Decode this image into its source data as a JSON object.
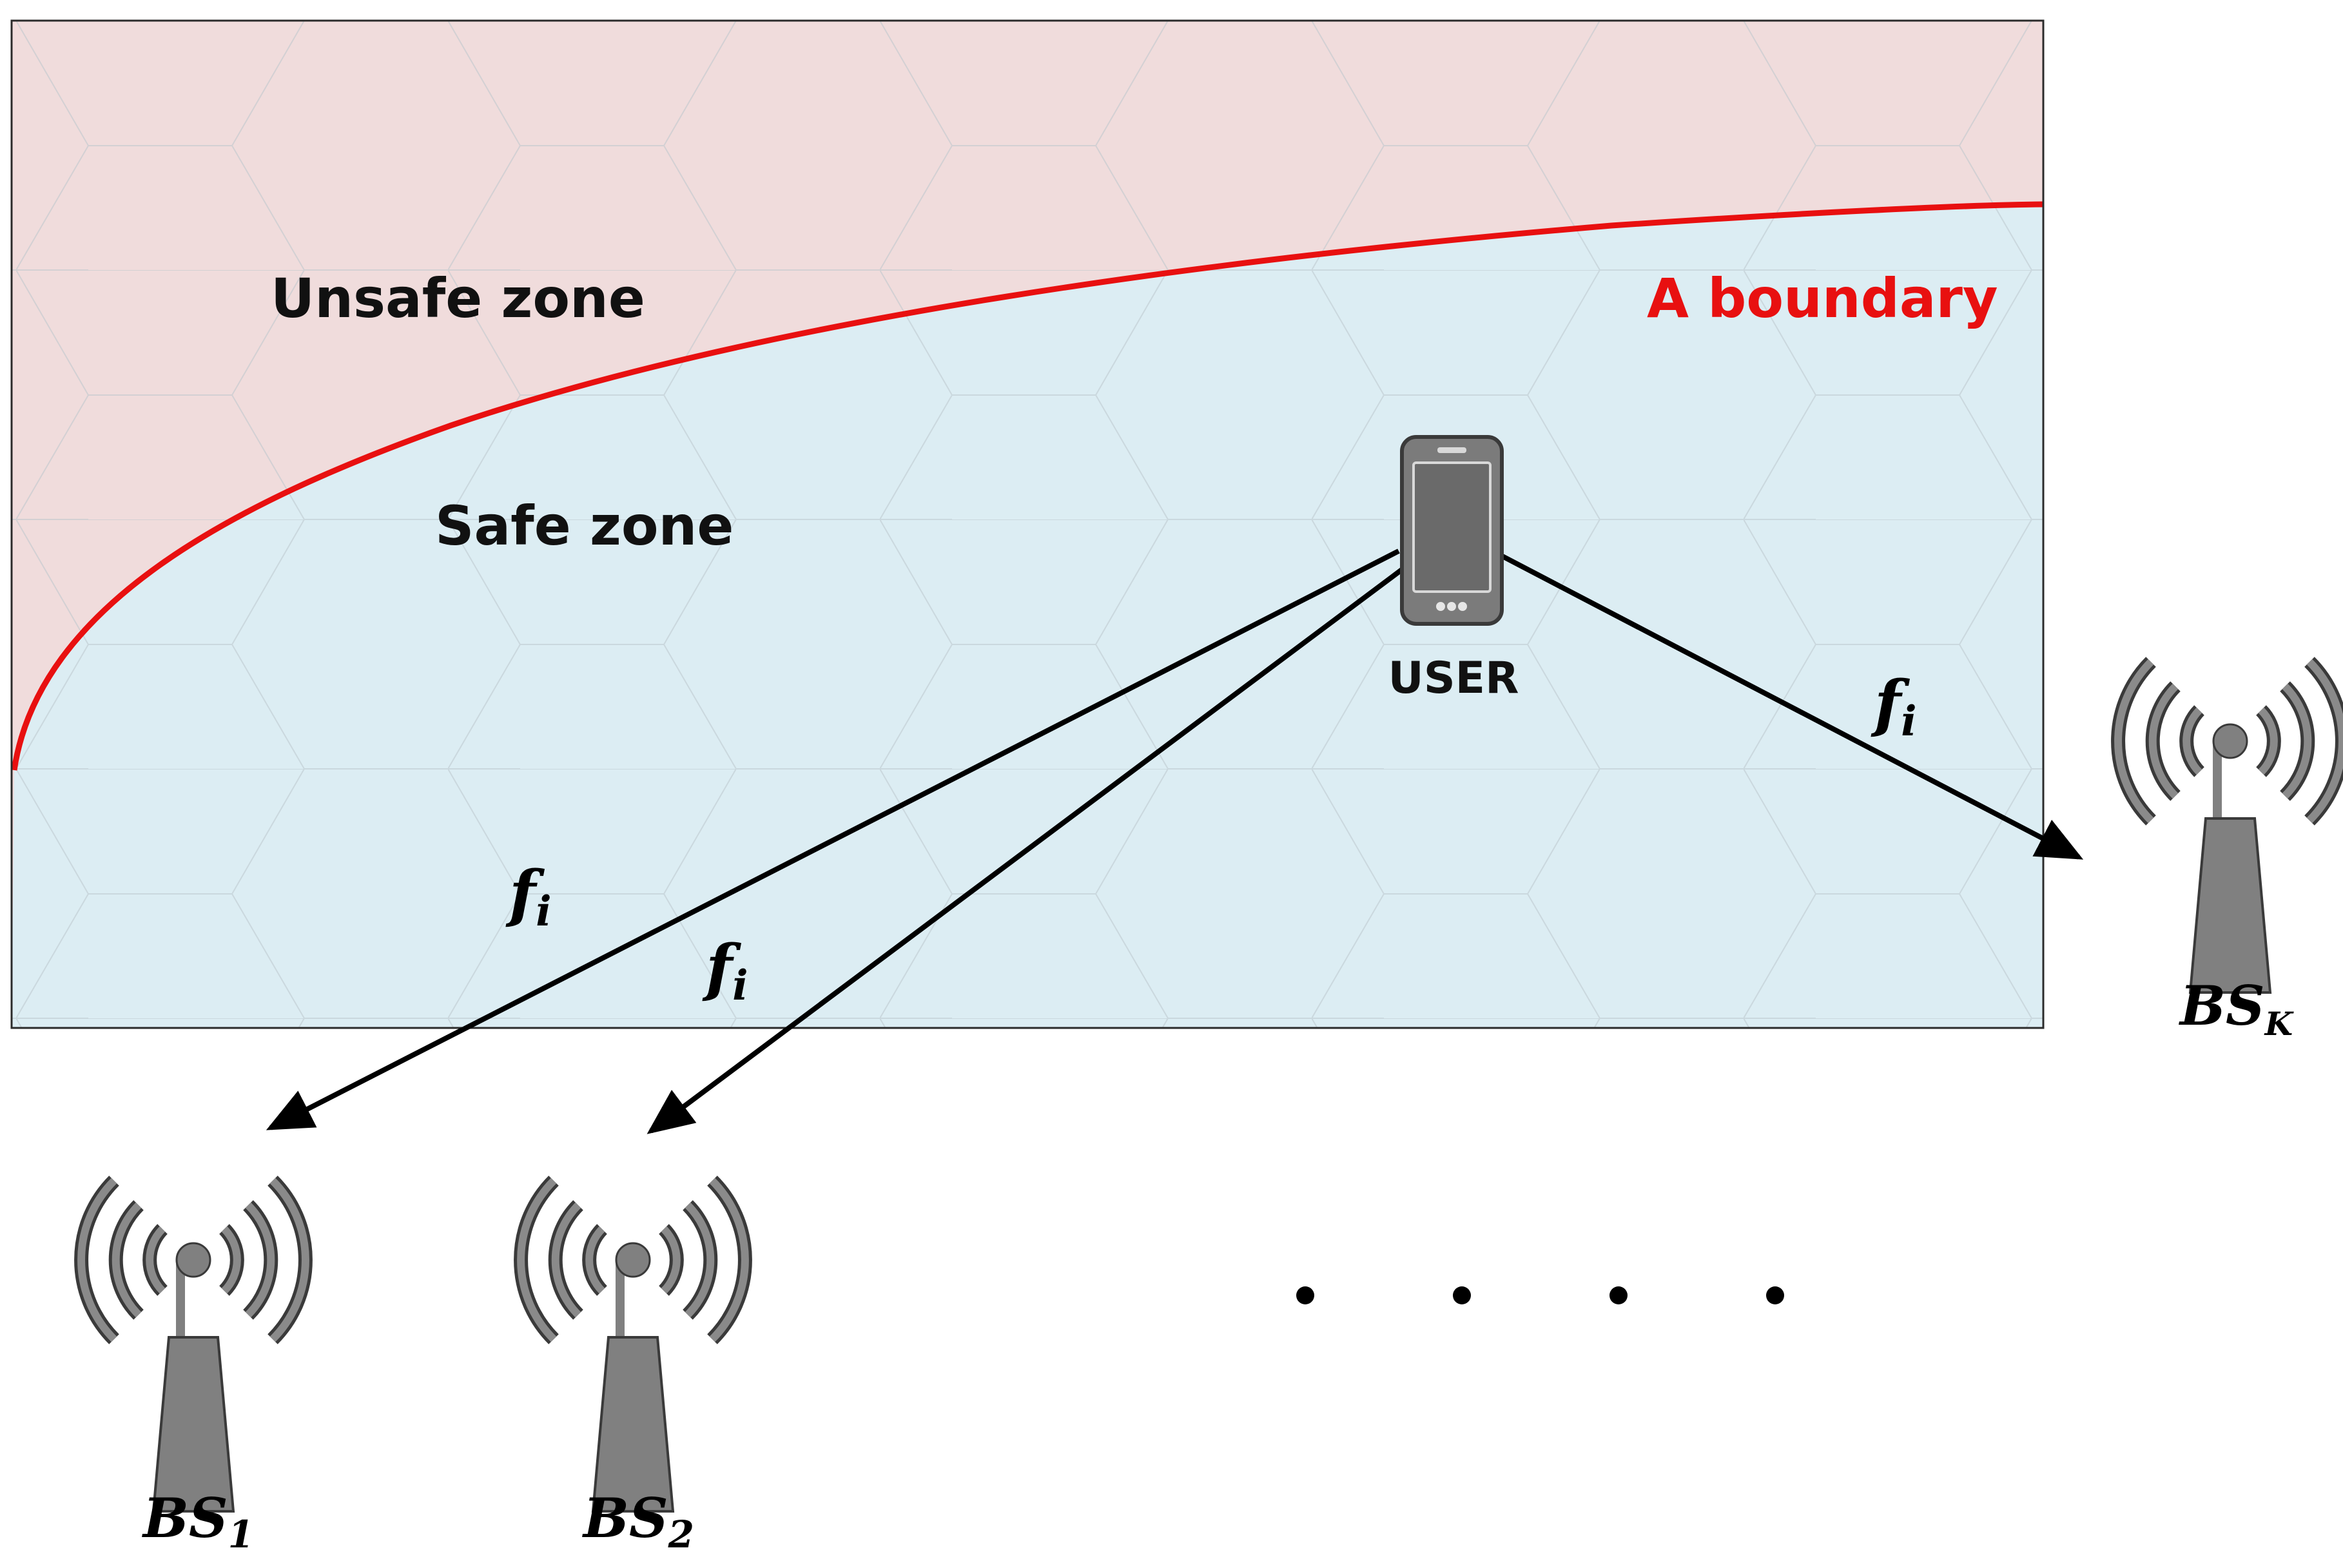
{
  "zones": {
    "unsafe_label": "Unsafe zone",
    "safe_label": "Safe zone",
    "unsafe_color": "#f0dcdc",
    "safe_color": "#dcedf3"
  },
  "boundary": {
    "label": "A boundary",
    "color": "#e81010"
  },
  "user": {
    "label": "USER",
    "icon": "smartphone-icon"
  },
  "links": [
    {
      "target": "BS_1",
      "label_main": "f",
      "label_sub": "i"
    },
    {
      "target": "BS_2",
      "label_main": "f",
      "label_sub": "i"
    },
    {
      "target": "BS_K",
      "label_main": "f",
      "label_sub": "i"
    }
  ],
  "base_stations": [
    {
      "name": "BS",
      "subscript": "1",
      "icon": "antenna-tower-icon"
    },
    {
      "name": "BS",
      "subscript": "2",
      "icon": "antenna-tower-icon"
    },
    {
      "name": "BS",
      "subscript": "K",
      "icon": "antenna-tower-icon"
    }
  ],
  "ellipsis": {
    "count": 4
  }
}
